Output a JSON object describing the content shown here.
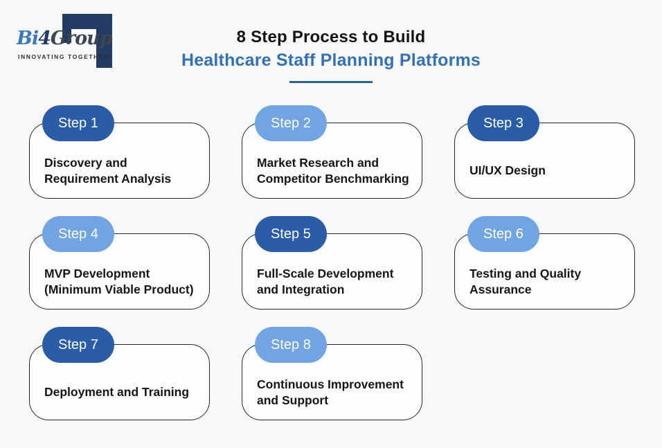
{
  "page": {
    "background": "#F7F8FA"
  },
  "colors": {
    "pill_dark": "#2B5CA7",
    "pill_light": "#72A4E3",
    "title_accent": "#3470B4",
    "underline": "#2F6296",
    "logo_navy": "#223C64",
    "logo_blue": "#3C77BE",
    "logo_gray": "#3E4552"
  },
  "logo": {
    "name_prefix": "Bi",
    "name_glyph": "4",
    "name_suffix": "Group",
    "tagline": "INNOVATING TOGETHER"
  },
  "title": {
    "line1": "8 Step Process to Build",
    "line2": "Healthcare Staff Planning Platforms"
  },
  "steps": [
    {
      "label": "Step 1",
      "variant": "dark",
      "lines": [
        "Discovery and",
        "Requirement Analysis"
      ]
    },
    {
      "label": "Step 2",
      "variant": "light",
      "lines": [
        "Market Research and",
        "Competitor Benchmarking"
      ]
    },
    {
      "label": "Step 3",
      "variant": "dark",
      "lines": [
        "UI/UX Design"
      ]
    },
    {
      "label": "Step 4",
      "variant": "light",
      "lines": [
        "MVP Development",
        "(Minimum Viable Product)"
      ]
    },
    {
      "label": "Step 5",
      "variant": "dark",
      "lines": [
        "Full-Scale Development",
        "and Integration"
      ]
    },
    {
      "label": "Step 6",
      "variant": "light",
      "lines": [
        "Testing and Quality",
        "Assurance"
      ]
    },
    {
      "label": "Step 7",
      "variant": "dark",
      "lines": [
        "Deployment and Training"
      ]
    },
    {
      "label": "Step 8",
      "variant": "light",
      "lines": [
        "Continuous Improvement",
        "and Support"
      ]
    }
  ]
}
